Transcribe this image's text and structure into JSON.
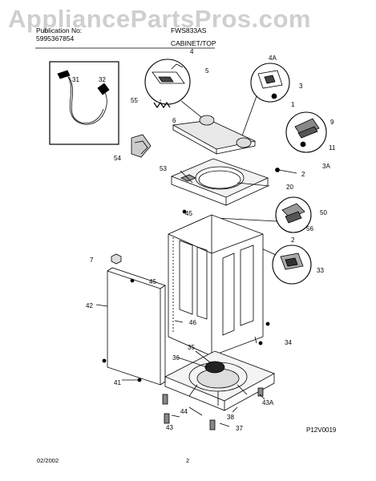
{
  "watermark": "AppliancePartsPros.com",
  "header": {
    "publication_label": "Publication No:",
    "publication_number": "5995367854",
    "model_label": "FWS833AS",
    "section_title": "CABINET/TOP"
  },
  "part_labels": [
    {
      "id": "31",
      "text": "31"
    },
    {
      "id": "32",
      "text": "32"
    },
    {
      "id": "4",
      "text": "4"
    },
    {
      "id": "5",
      "text": "5"
    },
    {
      "id": "4A",
      "text": "4A"
    },
    {
      "id": "3",
      "text": "3"
    },
    {
      "id": "1",
      "text": "1"
    },
    {
      "id": "55",
      "text": "55"
    },
    {
      "id": "6",
      "text": "6"
    },
    {
      "id": "9",
      "text": "9"
    },
    {
      "id": "11",
      "text": "11"
    },
    {
      "id": "3A",
      "text": "3A"
    },
    {
      "id": "54",
      "text": "54"
    },
    {
      "id": "53",
      "text": "53"
    },
    {
      "id": "2a",
      "text": "2"
    },
    {
      "id": "20",
      "text": "20"
    },
    {
      "id": "45a",
      "text": "45"
    },
    {
      "id": "50",
      "text": "50"
    },
    {
      "id": "56",
      "text": "56"
    },
    {
      "id": "2b",
      "text": "2"
    },
    {
      "id": "7",
      "text": "7"
    },
    {
      "id": "45b",
      "text": "45"
    },
    {
      "id": "33",
      "text": "33"
    },
    {
      "id": "42",
      "text": "42"
    },
    {
      "id": "46",
      "text": "46"
    },
    {
      "id": "34",
      "text": "34"
    },
    {
      "id": "35",
      "text": "35"
    },
    {
      "id": "36",
      "text": "36"
    },
    {
      "id": "41",
      "text": "41"
    },
    {
      "id": "43A",
      "text": "43A"
    },
    {
      "id": "38",
      "text": "38"
    },
    {
      "id": "44",
      "text": "44"
    },
    {
      "id": "43",
      "text": "43"
    },
    {
      "id": "37",
      "text": "37"
    }
  ],
  "diagram_code": "P12V0019",
  "footer": {
    "date": "02/2002",
    "page_number": "2"
  }
}
